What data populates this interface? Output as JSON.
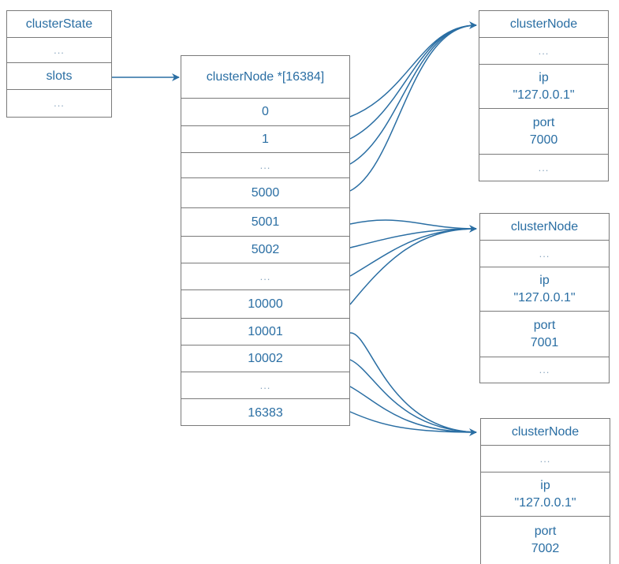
{
  "colors": {
    "line": "#2a6ea3",
    "text": "#2a6ea3",
    "border": "#7a7a7a",
    "dots": "#8aa6be"
  },
  "cluster_state": {
    "title": "clusterState",
    "row1": "...",
    "slots": "slots",
    "row3": "..."
  },
  "slots_array": {
    "title": "clusterNode *[16384]",
    "rows": [
      "0",
      "1",
      "...",
      "5000",
      "5001",
      "5002",
      "...",
      "10000",
      "10001",
      "10002",
      "...",
      "16383"
    ]
  },
  "nodes": [
    {
      "title": "clusterNode",
      "dots_top": "...",
      "ip_label": "ip",
      "ip_value": "\"127.0.0.1\"",
      "port_label": "port",
      "port_value": "7000",
      "dots_bottom": "..."
    },
    {
      "title": "clusterNode",
      "dots_top": "...",
      "ip_label": "ip",
      "ip_value": "\"127.0.0.1\"",
      "port_label": "port",
      "port_value": "7001",
      "dots_bottom": "..."
    },
    {
      "title": "clusterNode",
      "dots_top": "...",
      "ip_label": "ip",
      "ip_value": "\"127.0.0.1\"",
      "port_label": "port",
      "port_value": "7002"
    }
  ]
}
